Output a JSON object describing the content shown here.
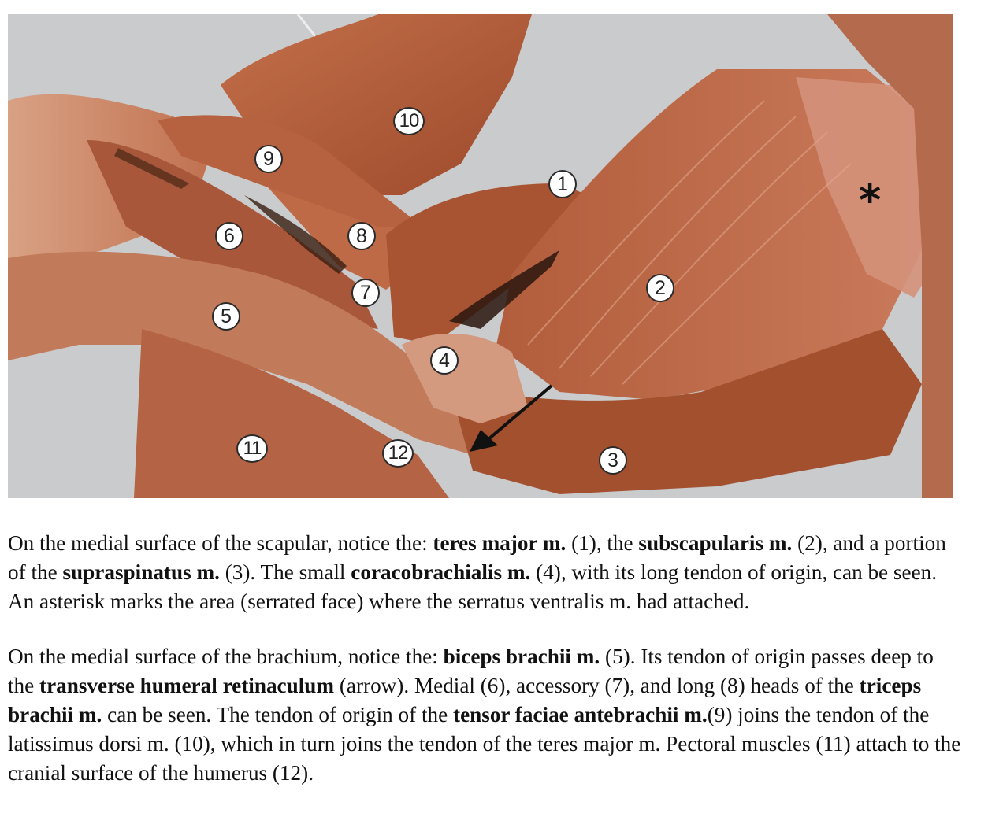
{
  "figure": {
    "labels": [
      "1",
      "2",
      "3",
      "4",
      "5",
      "6",
      "7",
      "8",
      "9",
      "10",
      "11",
      "12"
    ],
    "asterisk": "*",
    "colors": {
      "background": "#c9cbcc",
      "muscle_dark": "#9a4a2c",
      "muscle_mid": "#b8613f",
      "muscle_light": "#d08a68",
      "tendon": "#e7b9a2"
    }
  },
  "paragraph1": {
    "s1": "On the medial surface of the scapular, notice the: ",
    "b1": "teres major m.",
    "s2": " (1), the ",
    "b2": "subscapularis m.",
    "s3": " (2), and a portion of the ",
    "b3": "supraspinatus m.",
    "s4": " (3). The small ",
    "b4": "coracobrachialis m.",
    "s5": " (4), with its long tendon of origin, can be seen. An asterisk marks the area (serrated face) where the serratus ventralis m. had attached."
  },
  "paragraph2": {
    "s1": "On the medial surface of the brachium, notice the: ",
    "b1": "biceps brachii m.",
    "s2": " (5). Its tendon of origin passes deep to the ",
    "b2": "transverse humeral retinaculum",
    "s3": " (arrow). Medial (6), accessory (7), and long (8) heads of the ",
    "b3": "triceps brachii m.",
    "s4": " can be seen. The tendon of origin of the ",
    "b4": "tensor faciae antebrachii m.",
    "s5": "(9) joins the tendon of the latissimus dorsi m. (10), which in turn joins the tendon of the teres major m. Pectoral muscles (11) attach to the cranial surface of the humerus (12)."
  }
}
